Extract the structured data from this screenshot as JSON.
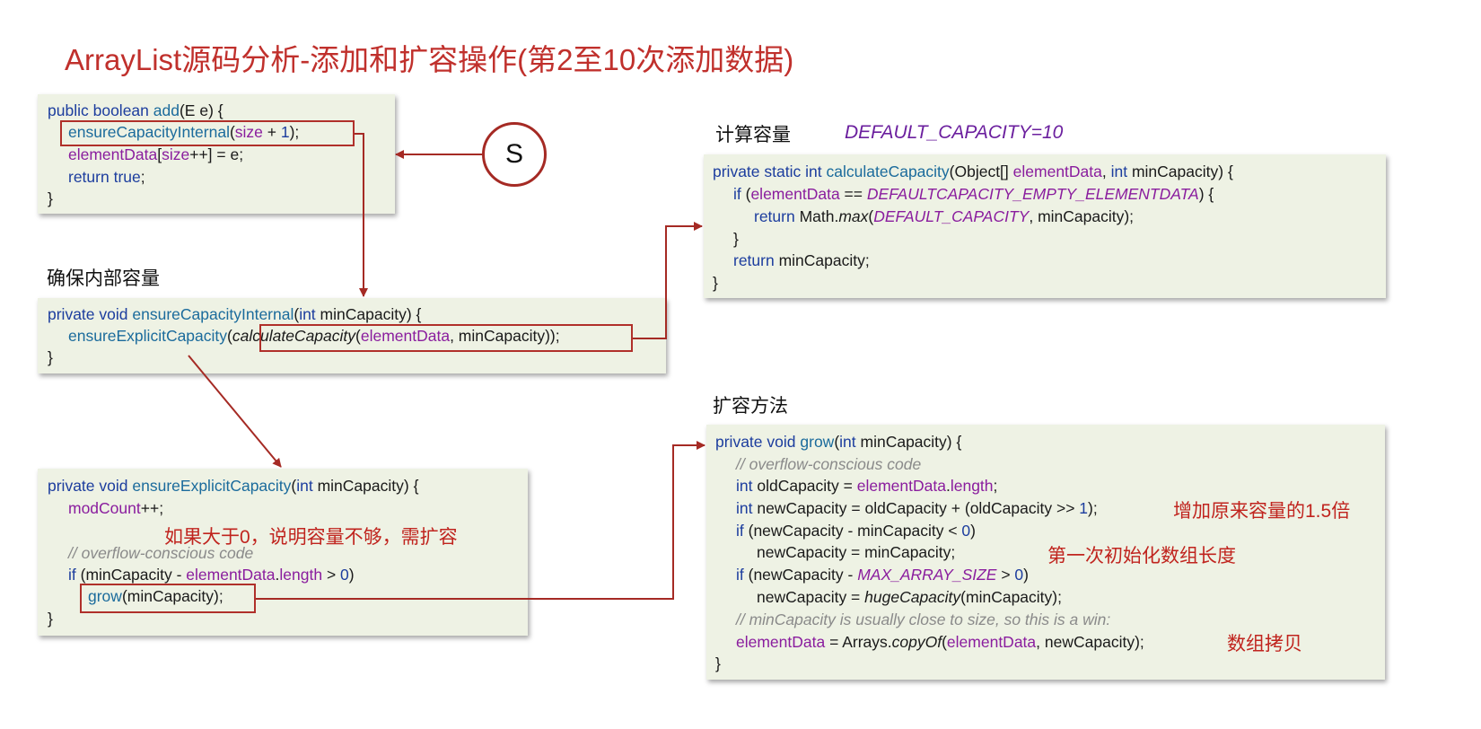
{
  "title": "ArrayList源码分析-添加和扩容操作(第2至10次添加数据)",
  "labels": {
    "ensure_internal": "确保内部容量",
    "calc_capacity": "计算容量",
    "default_capacity": "DEFAULT_CAPACITY=10",
    "grow_method": "扩容方法"
  },
  "badge": "S",
  "notes": {
    "need_expand": "如果大于0，说明容量不够，需扩容",
    "times_1_5": "增加原来容量的1.5倍",
    "first_init": "第一次初始化数组长度",
    "array_copy": "数组拷贝"
  },
  "code": {
    "add": [
      "public boolean add(E e) {",
      "ensureCapacityInternal(size + 1);",
      "elementData[size++] = e;",
      "return true;",
      "}"
    ],
    "ensure_internal": [
      "private void ensureCapacityInternal(int minCapacity) {",
      "ensureExplicitCapacity(calculateCapacity(elementData, minCapacity));",
      "}"
    ],
    "ensure_explicit": [
      "private void ensureExplicitCapacity(int minCapacity) {",
      "modCount++;",
      "// overflow-conscious code",
      "if (minCapacity - elementData.length > 0)",
      "grow(minCapacity);",
      "}"
    ],
    "calculate": [
      "private static int calculateCapacity(Object[] elementData, int minCapacity) {",
      "if (elementData == DEFAULTCAPACITY_EMPTY_ELEMENTDATA) {",
      "return Math.max(DEFAULT_CAPACITY, minCapacity);",
      "}",
      "return minCapacity;",
      "}"
    ],
    "grow": [
      "private void grow(int minCapacity) {",
      "// overflow-conscious code",
      "int oldCapacity = elementData.length;",
      "int newCapacity = oldCapacity + (oldCapacity >> 1);",
      "if (newCapacity - minCapacity < 0)",
      "newCapacity = minCapacity;",
      "if (newCapacity - MAX_ARRAY_SIZE > 0)",
      "newCapacity = hugeCapacity(minCapacity);",
      "// minCapacity is usually close to size, so this is a win:",
      "elementData = Arrays.copyOf(elementData, newCapacity);",
      "}"
    ]
  }
}
